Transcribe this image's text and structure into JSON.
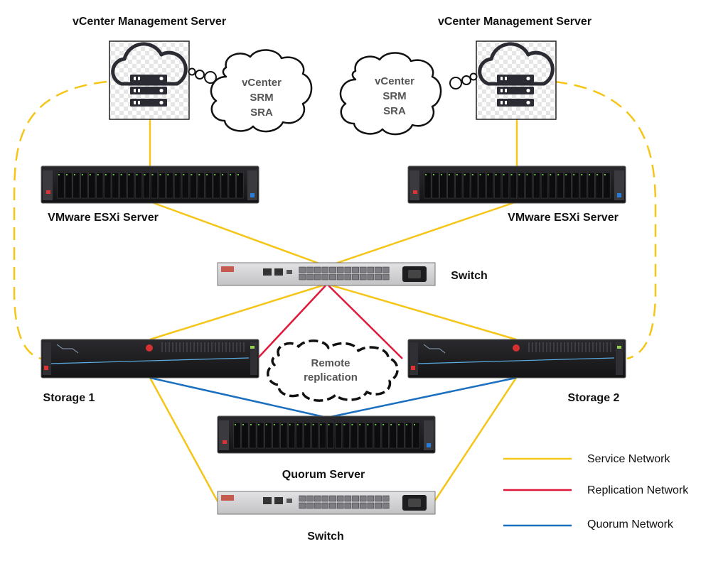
{
  "left_site": {
    "mgmt_title": "vCenter Management Server",
    "mgmt_bubble_lines": [
      "vCenter",
      "SRM",
      "SRA"
    ],
    "esxi_label": "VMware ESXi Server",
    "storage_label": "Storage 1"
  },
  "right_site": {
    "mgmt_title": "vCenter Management Server",
    "mgmt_bubble_lines": [
      "vCenter",
      "SRM",
      "SRA"
    ],
    "esxi_label": "VMware ESXi Server",
    "storage_label": "Storage 2"
  },
  "top_switch_label": "Switch",
  "bottom_switch_label": "Switch",
  "quorum_server_label": "Quorum Server",
  "replication_cloud_lines": [
    "Remote",
    "replication"
  ],
  "legend": [
    {
      "label": "Service Network",
      "color": "#F5C518"
    },
    {
      "label": "Replication Network",
      "color": "#E0193B"
    },
    {
      "label": "Quorum Network",
      "color": "#1A6FC0"
    }
  ],
  "colors": {
    "service": "#F5C518",
    "replication": "#E0193B",
    "quorum": "#1A6FC0",
    "hardware_dark": "#1c1c1f",
    "switch_body": "#d4d4d6"
  }
}
